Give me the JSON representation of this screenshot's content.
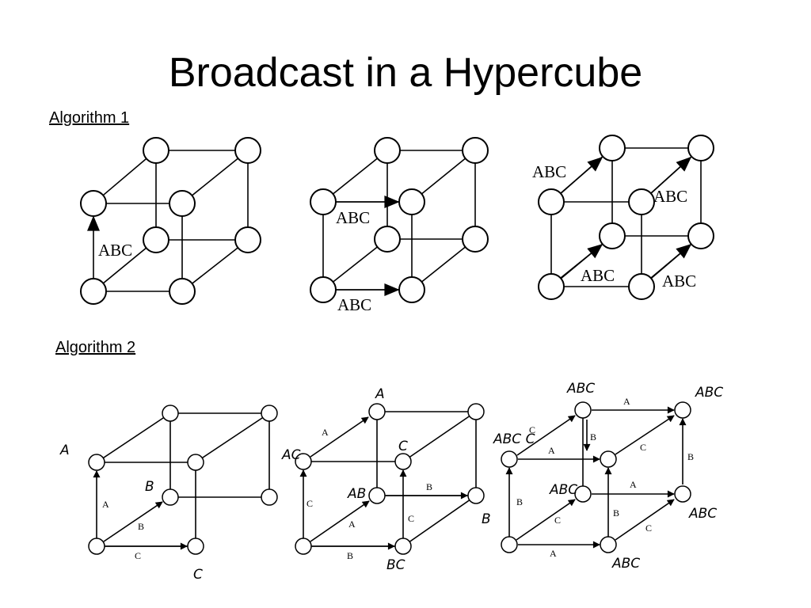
{
  "title": "Broadcast in a Hypercube",
  "algorithm1": {
    "label": "Algorithm 1",
    "cube1": {
      "edge_label": "ABC"
    },
    "cube2": {
      "labels": [
        "ABC",
        "ABC"
      ]
    },
    "cube3": {
      "labels": [
        "ABC",
        "ABC",
        "ABC",
        "ABC"
      ]
    }
  },
  "algorithm2": {
    "label": "Algorithm 2",
    "cube1": {
      "edge_labels": [
        "A",
        "B",
        "C"
      ],
      "hand_labels": [
        "A",
        "B",
        "C"
      ]
    },
    "cube2": {
      "edge_labels": [
        "A",
        "C",
        "A",
        "B",
        "B",
        "C"
      ],
      "hand_labels": [
        "A",
        "AC",
        "C",
        "AB",
        "B",
        "BC"
      ]
    },
    "cube3": {
      "edge_labels": [
        "A",
        "C",
        "A",
        "B",
        "B",
        "C",
        "A",
        "B",
        "C",
        "A",
        "C",
        "B"
      ],
      "hand_labels": [
        "ABC",
        "ABC",
        "ABC C",
        "ABC",
        "ABC",
        "ABC"
      ]
    }
  }
}
